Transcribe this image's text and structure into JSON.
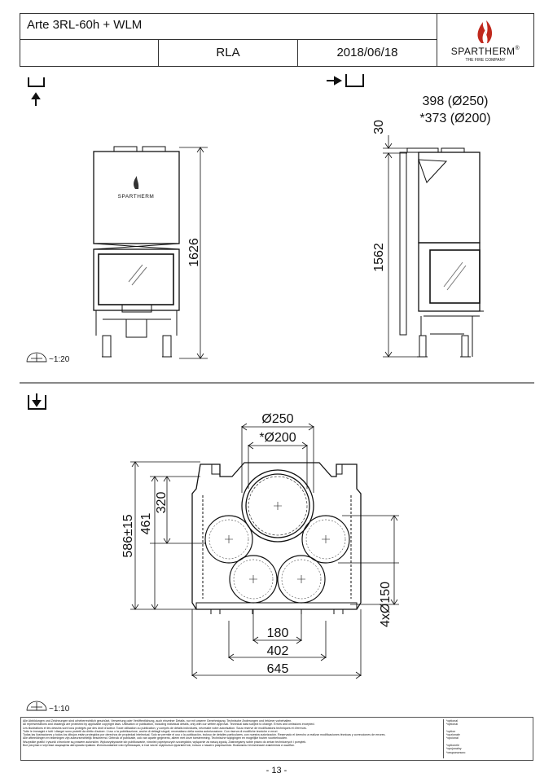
{
  "header": {
    "title": "Arte 3RL-60h + WLM",
    "cell1": "",
    "variant": "RLA",
    "date": "2018/06/18",
    "logo_brand": "SPARTHERM",
    "logo_registered": "®",
    "logo_sub": "THE FIRE COMPANY"
  },
  "front_view": {
    "stamp": "SPARTHERM",
    "height_dim": "1626"
  },
  "side_view": {
    "flue_dim_1": "398 (Ø250)",
    "flue_dim_2": "*373 (Ø200)",
    "top_dim": "30",
    "height_dim": "1562"
  },
  "scale_upper": "~1:20",
  "top_view": {
    "d250": "Ø250",
    "d200": "*Ø200",
    "dim_320": "320",
    "dim_461": "461",
    "dim_586": "586±15",
    "dim_4x150": "4xØ150",
    "dim_180": "180",
    "dim_402": "402",
    "dim_645": "645"
  },
  "scale_lower": "~1:10",
  "disclaimer": {
    "lines": [
      "Alle Abbildungen und Zeichnungen sind urheberrechtlich geschützt. Verwertung oder Veröffentlichung, auch einzelner Details, nur mit unserer Genehmigung. Technische Änderungen und Irrtümer vorbehalten.",
      "All representations and drawings are protected by applicable copyright laws. Utilisation or publication, including individual details, only with our written approval. Technical data subject to change. Errors and omissions excepted.",
      "Les illustrations et les dessins sont tous protégés par des droit d'auteur. Toute utilisation ou publication, y compris de détails individuels, nécessite notre autorisation. Sous reserve de modifications techniques et d'erreurs.",
      "Tutte le immagini e tutti i disegni sono protetti da diritto d'autore. L'uso o la pubblicazione, anche di dettagli singoli, necessitano della nostra autorizzazione. Con riserva di modifiche tecniche e errori.",
      "Todas las ilustraciones y todos los dibujos están protegidos por derechos de propiedad intelectual. Solo se permite el uso o la publicación, incluso de detalles particulares, con nuestra autorización. Reservado el derecho a realizar modificaciones técnicas y correcciones de errores.",
      "Alle afbeeldingen en tekeningen zijn auteursrechtelijk beschermd. Gebruik of publicatie, ook van aparte gegevens, alleen met onze toestemming. Technische wijzigingen en mogelijke fouten voorbehouden.",
      "Wszystkie grafiki i rysunki chronione są prawem autorskim. Wykorzystywanie lub publikowanie, również pojedynczych szczegółów, wyłącznie za naszą zgodą. Zastrzegamy sobie prawo do zmian technicznych i pomyłek.",
      "Все рисунки и чертежи защищены авторским правом. Использование или публикация, в том числе отдельных фрагментов, только с нашего разрешения. Возможны технические изменения и ошибки."
    ],
    "optional": [
      "*optional",
      "*optional",
      "",
      "*option",
      "*opzionale",
      "*opcional",
      "",
      "*optionele",
      "*opcjonalny",
      "*опционально"
    ]
  },
  "page_number": "- 13 -"
}
